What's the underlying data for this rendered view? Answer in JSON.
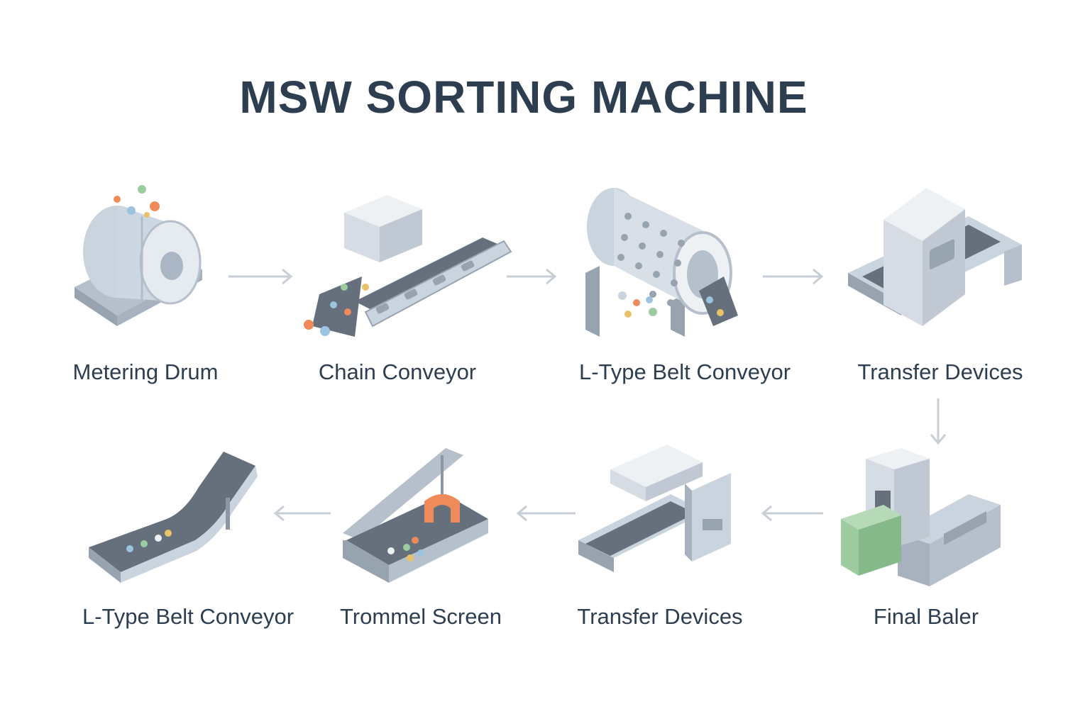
{
  "title": "MSW SORTING MACHINE",
  "steps": [
    {
      "label": "Metering Drum",
      "icon": "metering-drum-icon"
    },
    {
      "label": "Chain Conveyor",
      "icon": "chain-conveyor-icon"
    },
    {
      "label": "L-Type Belt Conveyor",
      "icon": "trommel-drum-icon"
    },
    {
      "label": "Transfer Devices",
      "icon": "transfer-device-icon"
    },
    {
      "label": "Final Baler",
      "icon": "baler-icon"
    },
    {
      "label": "Transfer Devices",
      "icon": "transfer-device-icon"
    },
    {
      "label": "Trommel Screen",
      "icon": "trommel-screen-icon"
    },
    {
      "label": "L-Type Belt Conveyor",
      "icon": "incline-conveyor-icon"
    }
  ],
  "colors": {
    "title": "#2c3e50",
    "machine_light": "#dfe4ea",
    "machine_mid": "#b6c0cc",
    "belt_dark": "#66707d",
    "arrow": "#c8ced6",
    "accent_orange": "#ef8a5b",
    "accent_green": "#9ccc9f",
    "accent_blue": "#9cc3e0",
    "accent_yellow": "#e8c36a"
  }
}
